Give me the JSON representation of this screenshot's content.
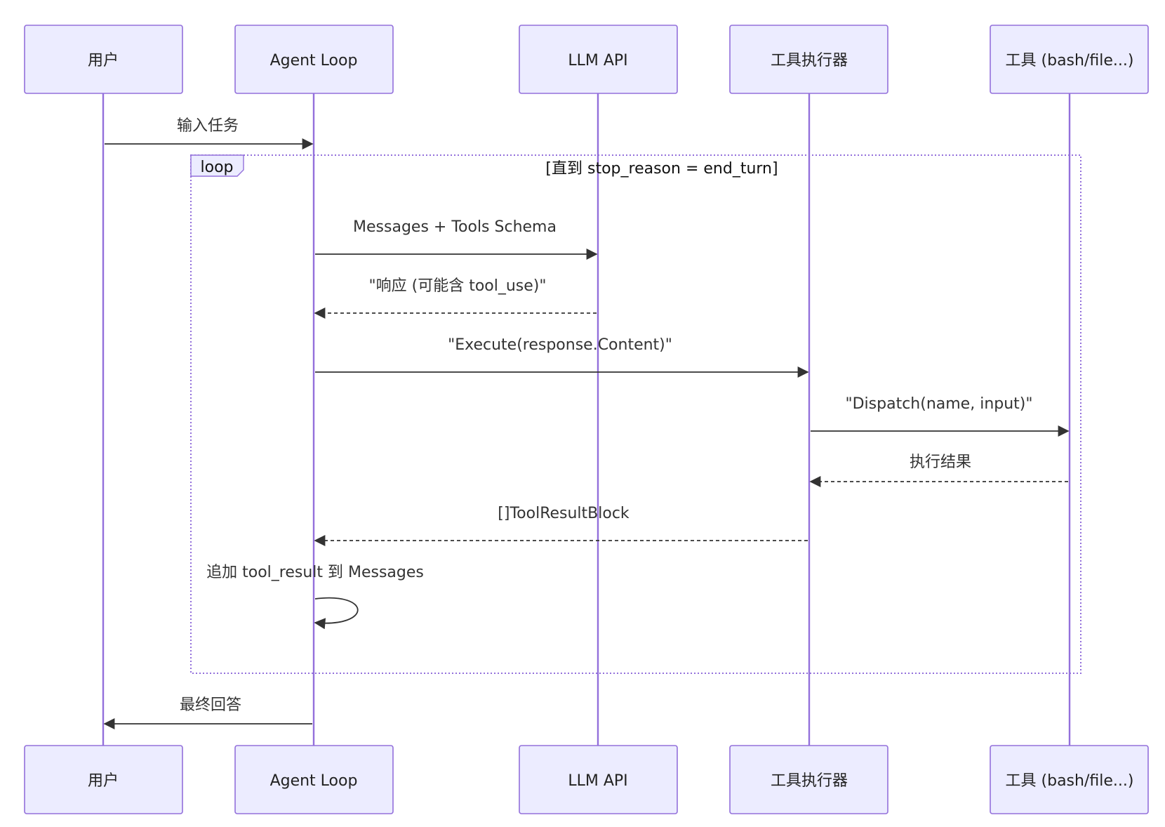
{
  "participants": [
    {
      "id": "user",
      "label": "用户"
    },
    {
      "id": "agent",
      "label": "Agent Loop"
    },
    {
      "id": "llm",
      "label": "LLM API"
    },
    {
      "id": "executor",
      "label": "工具执行器"
    },
    {
      "id": "tools",
      "label": "工具 (bash/file...)"
    }
  ],
  "loop": {
    "label": "loop",
    "condition": "[直到 stop_reason = end_turn]"
  },
  "messages": [
    {
      "id": "m1",
      "label": "输入任务",
      "from": "user",
      "to": "agent",
      "style": "solid"
    },
    {
      "id": "m2",
      "label": "Messages + Tools Schema",
      "from": "agent",
      "to": "llm",
      "style": "solid"
    },
    {
      "id": "m3",
      "label": "\"响应 (可能含 tool_use)\"",
      "from": "llm",
      "to": "agent",
      "style": "dashed"
    },
    {
      "id": "m4",
      "label": "\"Execute(response.Content)\"",
      "from": "agent",
      "to": "executor",
      "style": "solid"
    },
    {
      "id": "m5",
      "label": "\"Dispatch(name, input)\"",
      "from": "executor",
      "to": "tools",
      "style": "solid"
    },
    {
      "id": "m6",
      "label": "执行结果",
      "from": "tools",
      "to": "executor",
      "style": "dashed"
    },
    {
      "id": "m7",
      "label": "[]ToolResultBlock",
      "from": "executor",
      "to": "agent",
      "style": "dashed"
    },
    {
      "id": "m8",
      "label": "追加 tool_result 到 Messages",
      "from": "agent",
      "to": "agent",
      "style": "solid"
    },
    {
      "id": "m9",
      "label": "最终回答",
      "from": "agent",
      "to": "user",
      "style": "solid"
    }
  ]
}
